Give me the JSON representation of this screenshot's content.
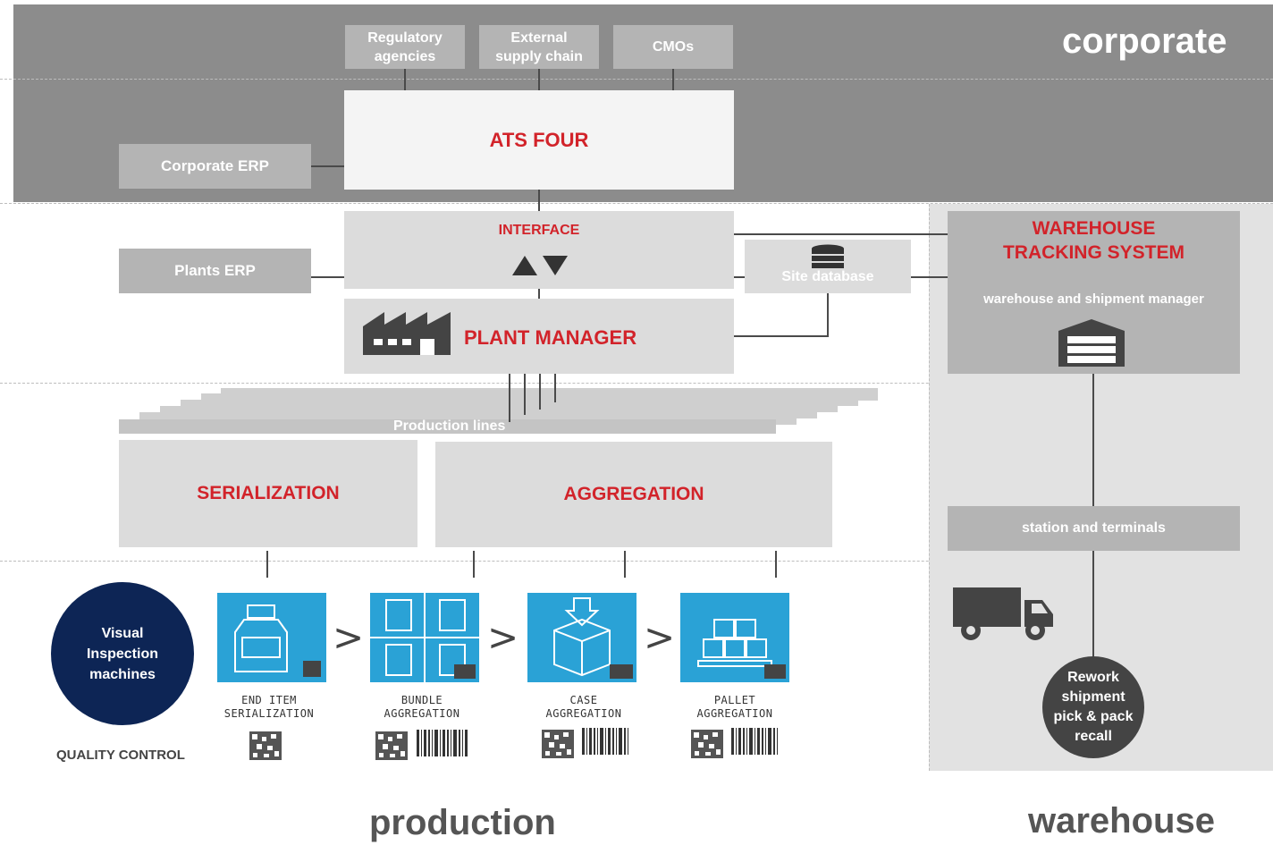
{
  "zones": {
    "corporate": "corporate",
    "production": "production",
    "warehouse": "warehouse"
  },
  "corporate": {
    "regulatory": "Regulatory agencies",
    "external": "External supply chain",
    "cmos": "CMOs",
    "ats": "ATS FOUR",
    "erp": "Corporate ERP"
  },
  "plant": {
    "interface": "INTERFACE",
    "plants_erp": "Plants ERP",
    "plant_manager": "PLANT MANAGER",
    "site_database": "Site database",
    "production_lines": "Production lines",
    "serialization": "SERIALIZATION",
    "aggregation": "AGGREGATION"
  },
  "warehouse": {
    "title": "WAREHOUSE TRACKING SYSTEM",
    "subtitle": "warehouse and shipment manager",
    "stations": "station and terminals",
    "rework": "Rework shipment pick & pack recall"
  },
  "quality": {
    "machines": "Visual Inspection machines",
    "label": "QUALITY CONTROL"
  },
  "steps": [
    {
      "line1": "END ITEM",
      "line2": "SERIALIZATION"
    },
    {
      "line1": "BUNDLE",
      "line2": "AGGREGATION"
    },
    {
      "line1": "CASE",
      "line2": "AGGREGATION"
    },
    {
      "line1": "PALLET",
      "line2": "AGGREGATION"
    }
  ],
  "colors": {
    "accent_red": "#d2232a",
    "step_blue": "#2aa2d6",
    "qc_navy": "#0d2555",
    "corporate_band": "#8c8c8c"
  }
}
